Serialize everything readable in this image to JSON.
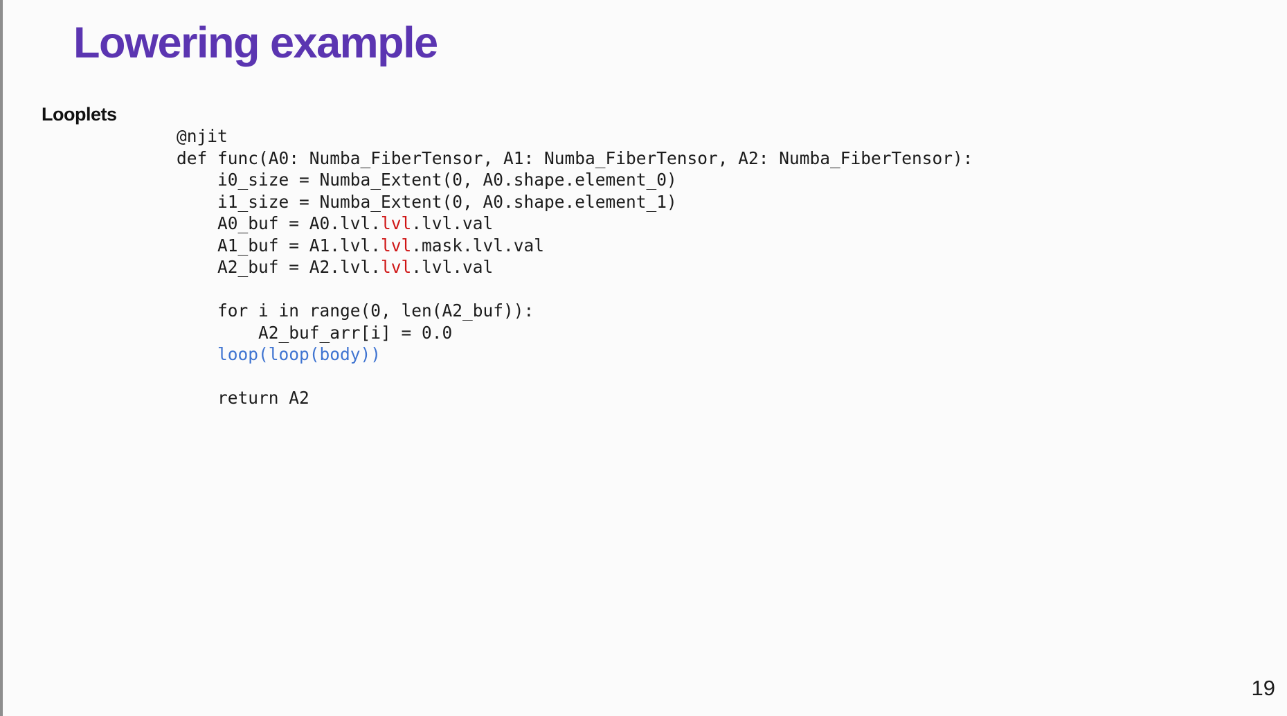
{
  "slide": {
    "title": "Lowering example",
    "section_label": "Looplets",
    "page_number": "19"
  },
  "colors": {
    "background": "#fbfbfb",
    "left_edge": "#8e8e8e",
    "title": "#5b35b1",
    "code_default": "#1c1c1c",
    "code_red": "#cf1515",
    "code_blue": "#3f74d1"
  },
  "code": {
    "lines": [
      [
        {
          "t": "@njit",
          "c": "default"
        }
      ],
      [
        {
          "t": "def func(A0: Numba_FiberTensor, A1: Numba_FiberTensor, A2: Numba_FiberTensor):",
          "c": "default"
        }
      ],
      [
        {
          "t": "    i0_size = Numba_Extent(0, A0.shape.element_0)",
          "c": "default"
        }
      ],
      [
        {
          "t": "    i1_size = Numba_Extent(0, A0.shape.element_1)",
          "c": "default"
        }
      ],
      [
        {
          "t": "    A0_buf = A0.lvl.",
          "c": "default"
        },
        {
          "t": "lvl",
          "c": "red"
        },
        {
          "t": ".lvl.val",
          "c": "default"
        }
      ],
      [
        {
          "t": "    A1_buf = A1.lvl.",
          "c": "default"
        },
        {
          "t": "lvl",
          "c": "red"
        },
        {
          "t": ".mask.lvl.val",
          "c": "default"
        }
      ],
      [
        {
          "t": "    A2_buf = A2.lvl.",
          "c": "default"
        },
        {
          "t": "lvl",
          "c": "red"
        },
        {
          "t": ".lvl.val",
          "c": "default"
        }
      ],
      [],
      [
        {
          "t": "    for i in range(0, len(A2_buf)):",
          "c": "default"
        }
      ],
      [
        {
          "t": "        A2_buf_arr[i] = 0.0",
          "c": "default"
        }
      ],
      [
        {
          "t": "    ",
          "c": "default"
        },
        {
          "t": "loop(loop(body))",
          "c": "blue"
        }
      ],
      [],
      [
        {
          "t": "    return A2",
          "c": "default"
        }
      ]
    ]
  }
}
